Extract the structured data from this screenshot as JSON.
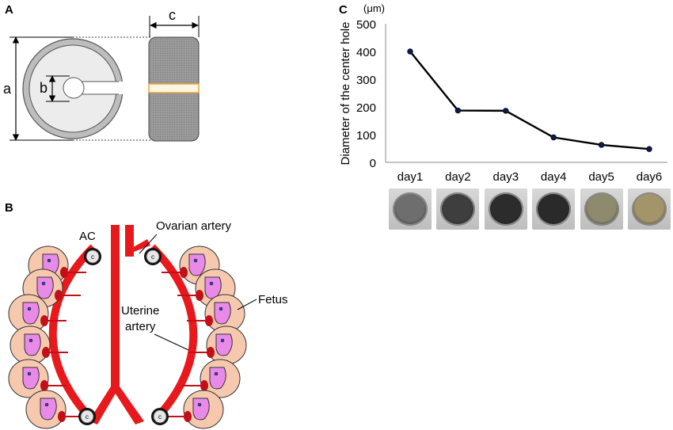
{
  "panels": {
    "a": "A",
    "b": "B",
    "c": "C"
  },
  "panel_a": {
    "label_a": "a",
    "label_b": "b",
    "label_c": "c"
  },
  "panel_b": {
    "ac_label": "AC",
    "ovarian_label": "Ovarian artery",
    "uterine_label_line1": "Uterine",
    "uterine_label_line2": "artery",
    "fetus_label": "Fetus",
    "constrictor_letter": "c",
    "colors": {
      "artery": "#e8191c",
      "fetus_sac": "#f6c9ae",
      "fetus_body": "#e98ae8",
      "placenta": "#c21018"
    }
  },
  "chart_data": {
    "type": "line",
    "categories": [
      "day1",
      "day2",
      "day3",
      "day4",
      "day5",
      "day6"
    ],
    "values": [
      400,
      187,
      186,
      90,
      63,
      48
    ],
    "ylabel": "Diameter of the center hole",
    "unit": "(μm)",
    "ylim": [
      0,
      500
    ],
    "yticks": [
      0,
      100,
      200,
      300,
      400,
      500
    ],
    "grid": false,
    "colors": {
      "line": "#000000",
      "marker": "#0d1a4f"
    }
  },
  "photos": [
    {
      "day": "day1",
      "tone": "#6e6e6e"
    },
    {
      "day": "day2",
      "tone": "#3e3e3e"
    },
    {
      "day": "day3",
      "tone": "#2c2c2c"
    },
    {
      "day": "day4",
      "tone": "#2a2a2a"
    },
    {
      "day": "day5",
      "tone": "#8d8a6e"
    },
    {
      "day": "day6",
      "tone": "#a4946a"
    }
  ]
}
